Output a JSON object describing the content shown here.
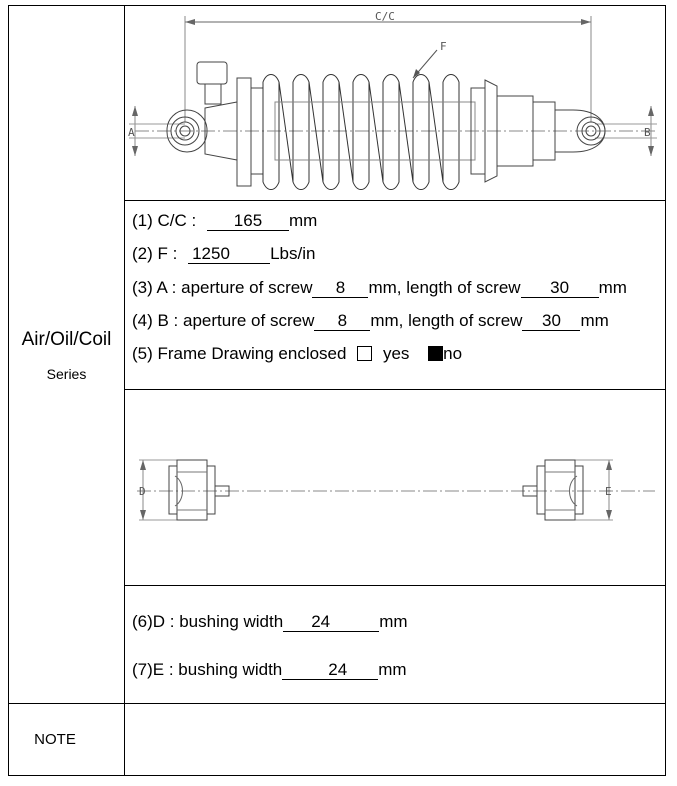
{
  "left_label": {
    "main": "Air/Oil/Coil",
    "sub": "Series"
  },
  "top_drawing": {
    "cc_label": "C/C",
    "f_label": "F",
    "a_label": "A",
    "b_label": "B"
  },
  "specs": {
    "cc": {
      "prefix": "(1) C/C :",
      "value": "165",
      "unit": "mm"
    },
    "f": {
      "prefix": "(2) F :",
      "value": "1250",
      "unit": "Lbs/in"
    },
    "a": {
      "prefix": "(3) A : aperture of screw",
      "screw_value": "8",
      "mid": "mm, length of screw",
      "length_value": "30",
      "unit": "mm"
    },
    "b": {
      "prefix": "(4) B : aperture of screw",
      "screw_value": "8",
      "mid": "mm, length of screw",
      "length_value": "30",
      "unit": "mm"
    },
    "frame": {
      "prefix": "(5) Frame Drawing enclosed",
      "yes_label": "yes",
      "no_label": "no",
      "yes_checked": false,
      "no_checked": true
    }
  },
  "bottom_drawing": {
    "d_label": "D",
    "e_label": "E"
  },
  "bushing": {
    "d": {
      "prefix": "(6)D : bushing width",
      "value": "24",
      "unit": "mm"
    },
    "e": {
      "prefix": "(7)E : bushing width",
      "value": "24",
      "unit": "mm"
    }
  },
  "note": {
    "label": "NOTE",
    "content": ""
  }
}
